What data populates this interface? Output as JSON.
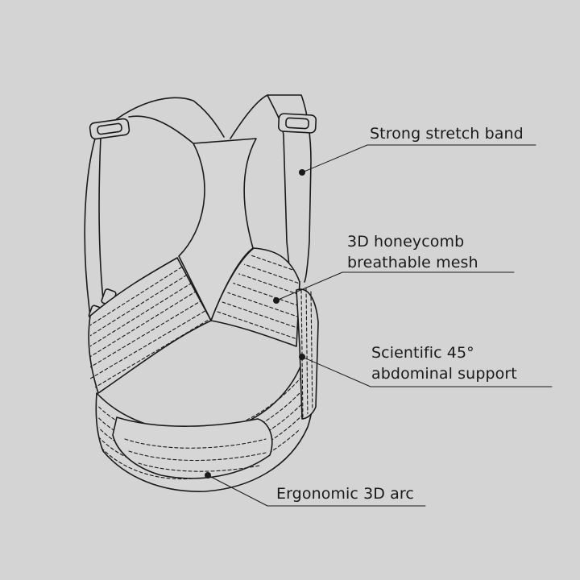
{
  "callouts": {
    "stretch_band": {
      "text": "Strong stretch band"
    },
    "mesh": {
      "line1": "3D honeycomb",
      "line2": "breathable mesh"
    },
    "support": {
      "line1": "Scientific 45°",
      "line2": "abdominal support"
    },
    "arc": {
      "text": "Ergonomic 3D arc"
    }
  },
  "colors": {
    "background": "#d4d4d4",
    "outline": "#1a1a1a",
    "fill": "#d6d6d6"
  }
}
